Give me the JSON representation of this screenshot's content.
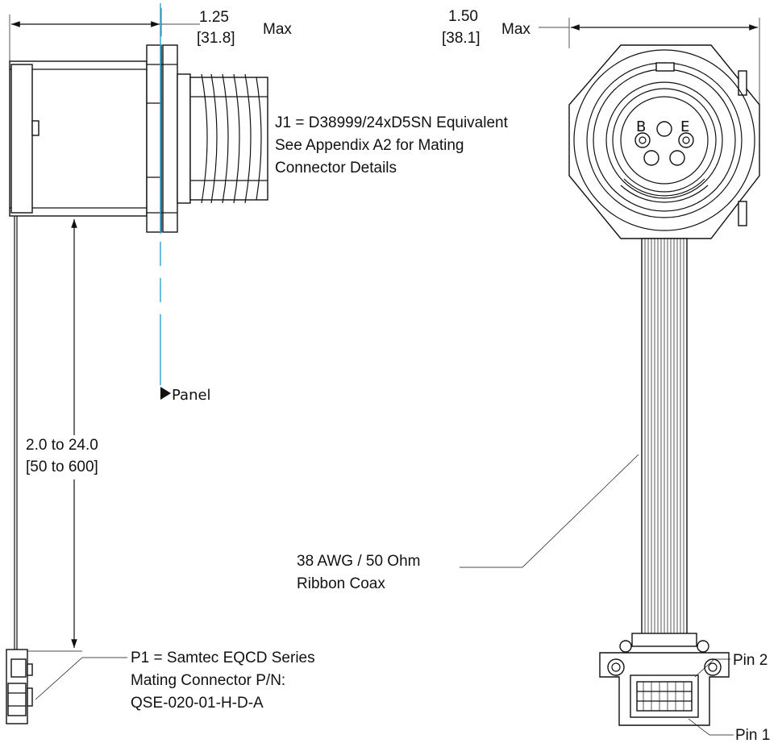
{
  "side_view": {
    "width_dim": {
      "value": "1.25",
      "metric": "[31.8]",
      "suffix": "Max"
    },
    "length_dim": {
      "value": "2.0 to 24.0",
      "metric": "[50 to 600]"
    },
    "panel_label": "Panel",
    "j1_note": [
      "J1 = D38999/24xD5SN Equivalent",
      "See Appendix A2 for Mating",
      "Connector Details"
    ],
    "p1_note": [
      "P1 = Samtec EQCD Series",
      "Mating Connector P/N:",
      "QSE-020-01-H-D-A"
    ]
  },
  "front_view": {
    "width_dim": {
      "value": "1.50",
      "metric": "[38.1]",
      "suffix": "Max"
    },
    "pin_letters": [
      "B",
      "E"
    ],
    "cable_note": [
      "38 AWG / 50 Ohm",
      "Ribbon Coax"
    ],
    "pin_labels": [
      "Pin 2",
      "Pin 1"
    ]
  },
  "colors": {
    "line": "#111111",
    "panel_line": "#3aa7d6",
    "background": "#ffffff"
  }
}
